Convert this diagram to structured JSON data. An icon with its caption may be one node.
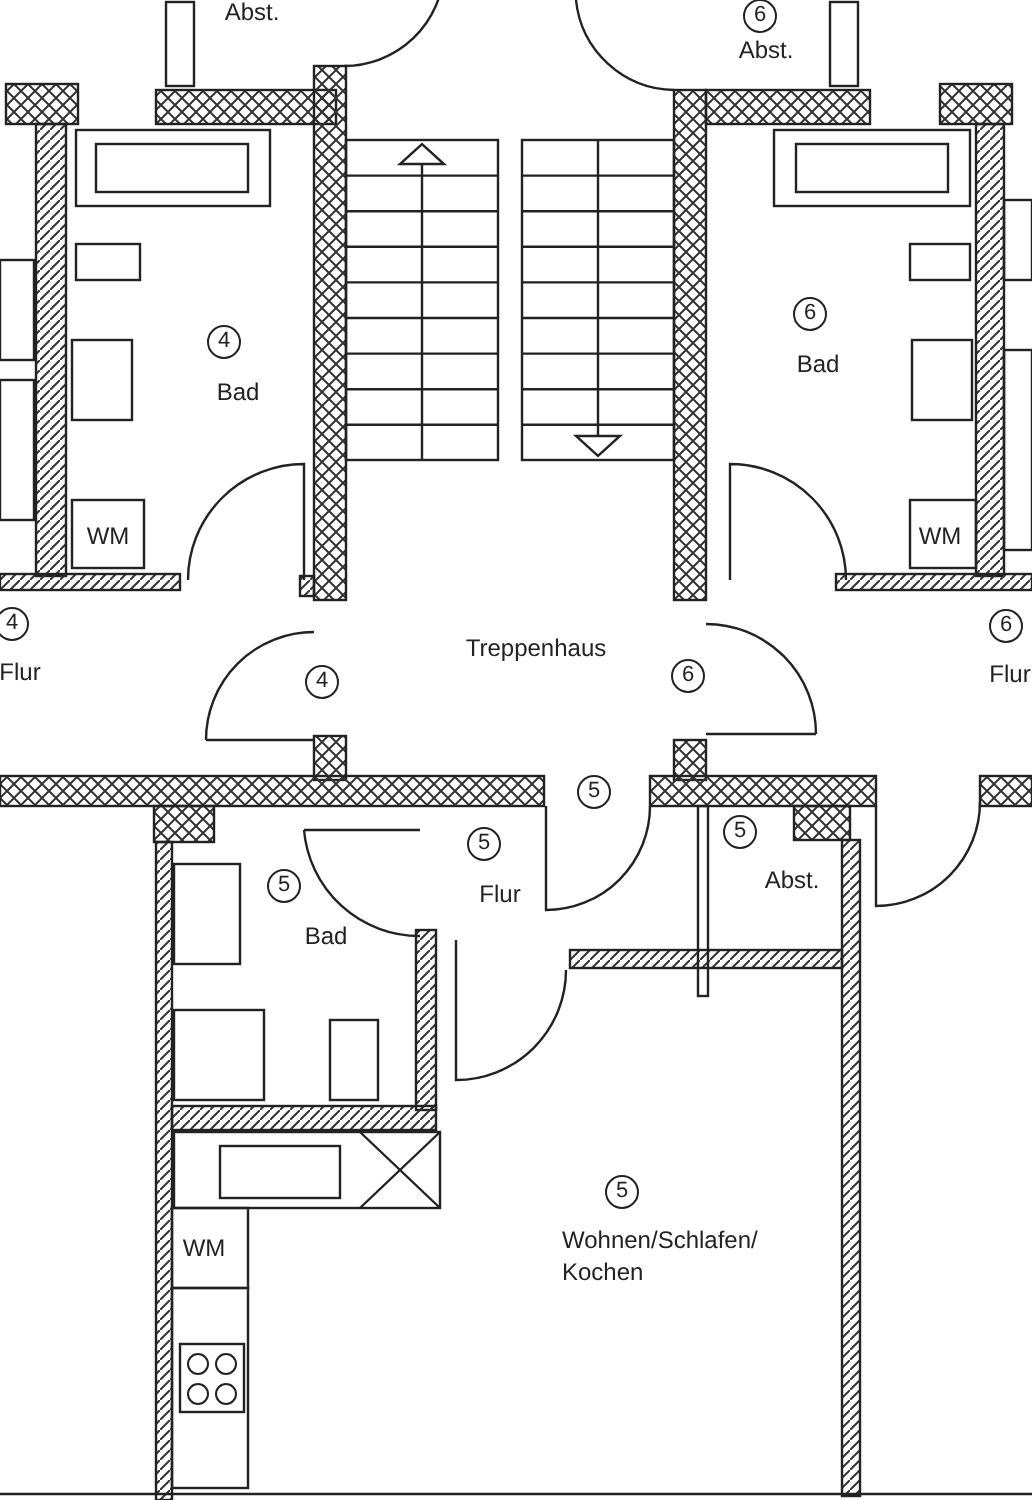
{
  "diagram": {
    "labels": [
      "Abst.",
      "6",
      "Abst.",
      "4",
      "Bad",
      "6",
      "Bad",
      "WM",
      "WM",
      "4",
      "Flur",
      "Treppenhaus",
      "4",
      "6",
      "6",
      "Flur",
      "5",
      "5",
      "5",
      "5",
      "Flur",
      "Abst.",
      "Bad",
      "5",
      "Wohnen/Schlafen/ Kochen",
      "WM"
    ]
  }
}
